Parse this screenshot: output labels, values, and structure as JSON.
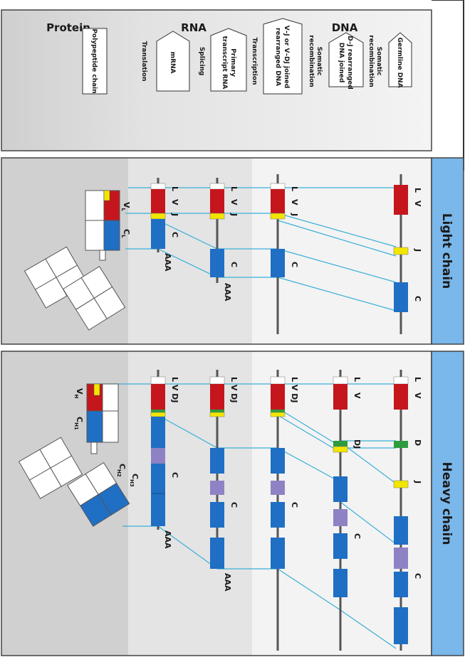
{
  "headers": {
    "protein": "Protein",
    "rna": "RNA",
    "dna": "DNA"
  },
  "flow": {
    "boxes": {
      "germline": "Germline DNA",
      "dj_joined": [
        "D–J rearranged",
        "DNA joined"
      ],
      "vdj_joined": [
        "V–J or V–DJ joined",
        "rearranged DNA"
      ],
      "primary": [
        "Primary",
        "transcript RNA"
      ],
      "mrna": "mRNA",
      "polypeptide": "Polypeptide chain"
    },
    "arrows": {
      "somatic1": [
        "Somatic",
        "recombination"
      ],
      "somatic2": [
        "Somatic",
        "recombination"
      ],
      "transcription": "Transcription",
      "splicing": "Splicing",
      "translation": "Translation"
    }
  },
  "panels": {
    "light": "Light chain",
    "heavy": "Heavy chain"
  },
  "segments": {
    "L": "L",
    "V": "V",
    "J": "J",
    "C": "C",
    "D": "D",
    "DJ": "DJ",
    "VDJ": "V DJ",
    "LVDJ": "L V DJ",
    "LVJ": "L V J",
    "AAA": "AAA",
    "colon": ":"
  },
  "domains": {
    "VL": [
      "V",
      "L"
    ],
    "CL": [
      "C",
      "L"
    ],
    "VH": [
      "V",
      "H"
    ],
    "CH1": [
      "C",
      "H1"
    ],
    "CH2": [
      "C",
      "H2"
    ],
    "CH3": [
      "C",
      "H3"
    ]
  },
  "colors": {
    "v_segment": "#c4161c",
    "j_segment": "#f2e600",
    "d_segment": "#2e9c3e",
    "c_segment": "#1f6fc4",
    "hinge_purple": "#8f82c4",
    "connector": "#3ab0d8",
    "panel_blue": "#7ab7ea",
    "protein_bg": "#d3d3d3",
    "rna_bg": "#e4e4e4",
    "dna_bg": "#f0f0f0"
  }
}
